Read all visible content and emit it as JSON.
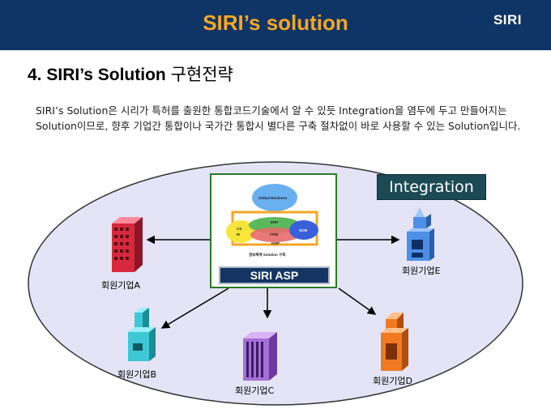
{
  "header": {
    "title": "SIRI’s solution",
    "logo": "SIRI"
  },
  "section": {
    "number_title": "4. SIRI’s Solution",
    "subtitle": "구현전략"
  },
  "description": "SIRI’s Solution은 시리가 특허를 출원한 통합코드기술에서 알 수 있듯 Integration을 염두에 두고 만들어지는 Solution이므로, 향후 기업간 통합이나 국가간 통합시 별다른 구축 절차없이 바로 사용할 수 있는 Solution입니다.",
  "diagram": {
    "integration_label": "Integration",
    "center": {
      "asp_label": "SIRI ASP",
      "top_oval": "Global Business",
      "erp": "ERP",
      "crm": "CRM",
      "scm": "SCM",
      "cs": "CS",
      "m": "M",
      "kmp": "KMP",
      "bottom_text": "정보체계 Solution 구축"
    },
    "companies": [
      {
        "id": "a",
        "label": "회원기업A"
      },
      {
        "id": "b",
        "label": "회원기업B"
      },
      {
        "id": "c",
        "label": "회원기업C"
      },
      {
        "id": "d",
        "label": "회원기업D"
      },
      {
        "id": "e",
        "label": "회원기업E"
      }
    ]
  },
  "colors": {
    "header_bg": "#0f3466",
    "header_title": "#f5a623",
    "ellipse_fill": "#e4e4f6",
    "asp_bar": "#143563",
    "integration_bg": "#1b4a55",
    "building_a": "#d8283d",
    "building_b": "#3ec8d6",
    "building_c": "#a56fd6",
    "building_d": "#f07a22",
    "building_e": "#4e8fe6"
  }
}
